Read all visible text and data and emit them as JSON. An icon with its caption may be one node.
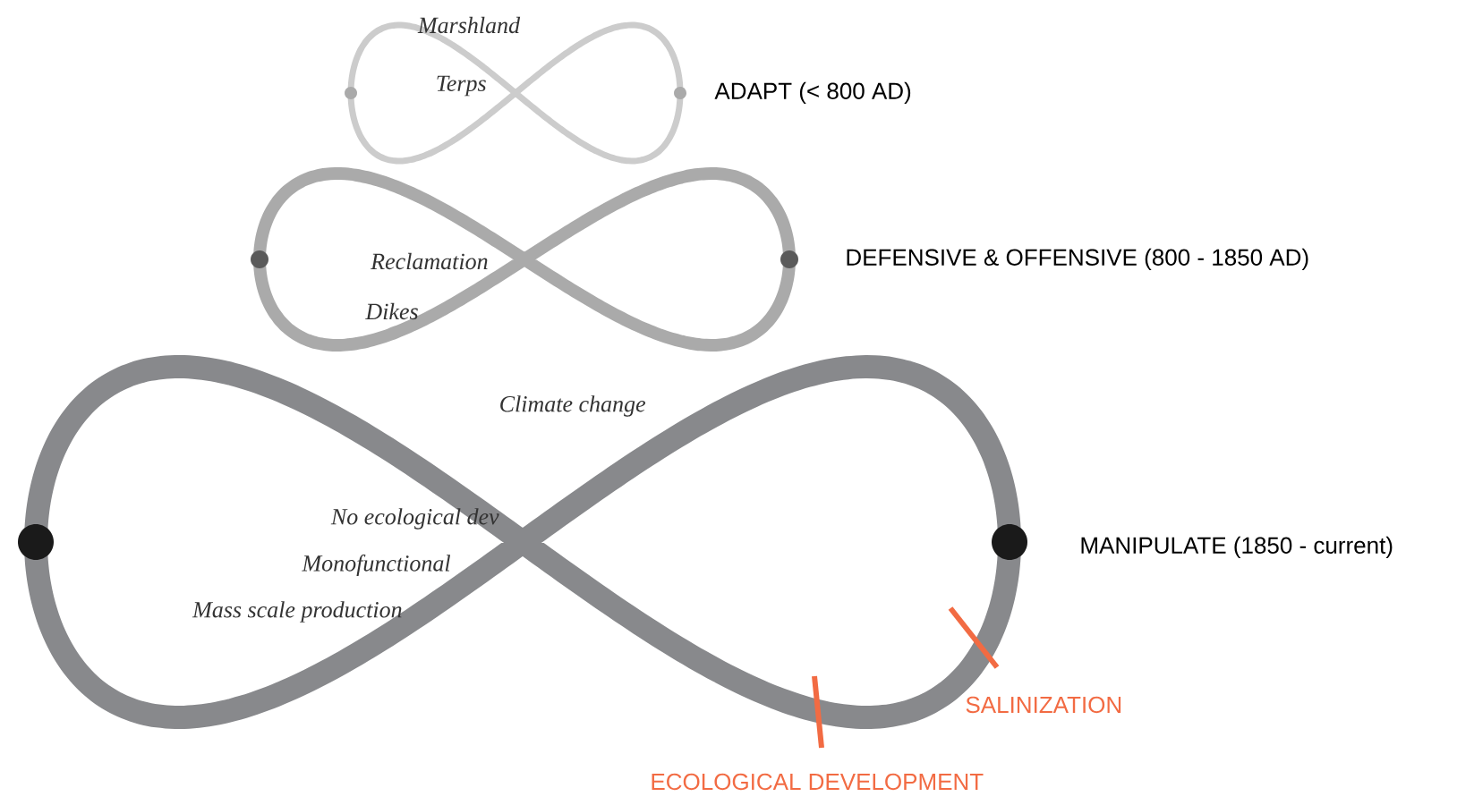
{
  "diagram": {
    "labels": [
      "Marshland",
      "Terps",
      "ADAPT (< 800 AD)",
      "Reclamation",
      "Dikes",
      "DEFENSIVE & OFFENSIVE (800 - 1850 AD)",
      "Climate change",
      "No ecological dev",
      "Monofunctional",
      "Mass scale production",
      "MANIPULATE (1850 - current)",
      "SALINIZATION",
      "ECOLOGICAL DEVELOPMENT"
    ]
  }
}
